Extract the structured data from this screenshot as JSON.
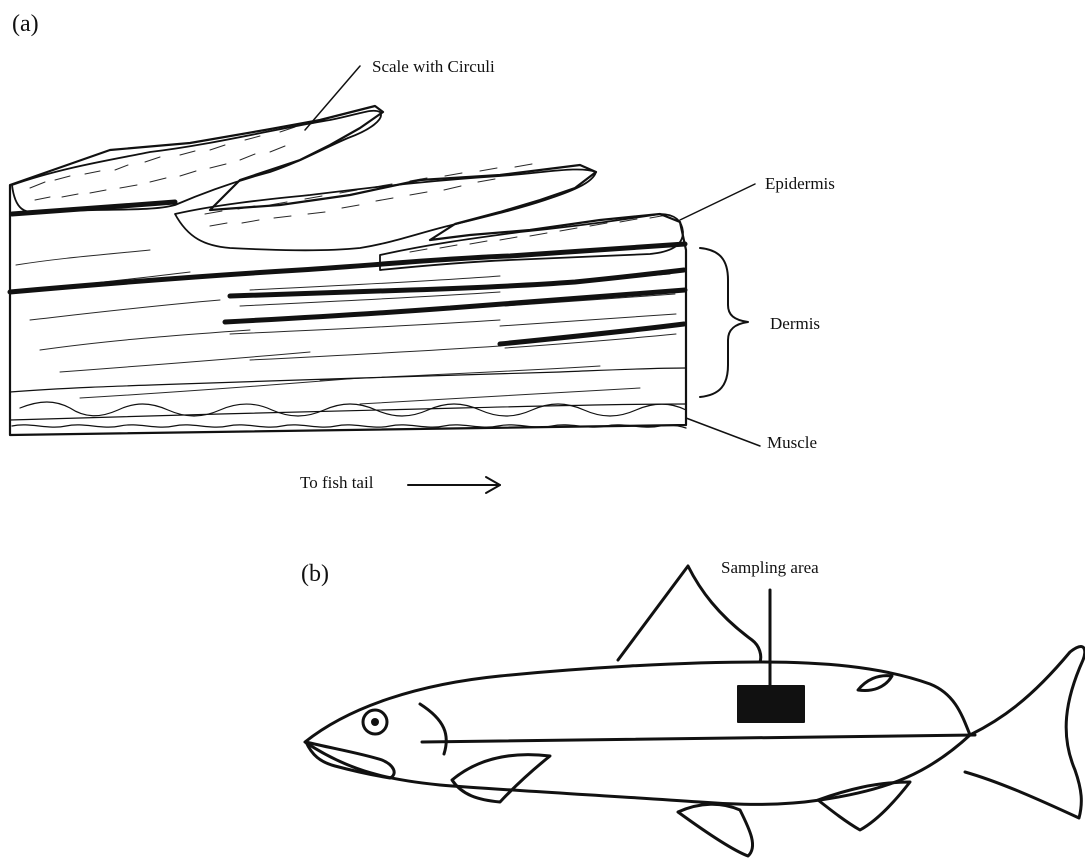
{
  "panel_a": {
    "label": "(a)",
    "annotations": {
      "scale": "Scale with Circuli",
      "epidermis": "Epidermis",
      "dermis": "Dermis",
      "muscle": "Muscle",
      "direction": "To fish tail"
    }
  },
  "panel_b": {
    "label": "(b)",
    "annotations": {
      "sampling_area": "Sampling area"
    }
  },
  "colors": {
    "ink": "#111111",
    "background": "#ffffff"
  }
}
